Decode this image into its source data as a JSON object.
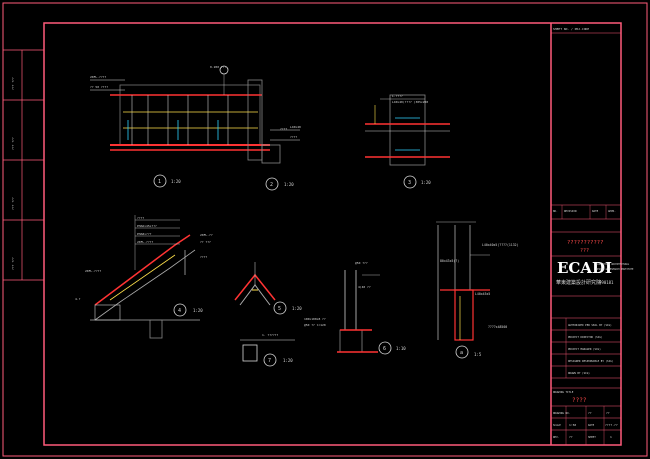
{
  "drawing": {
    "title_block": {
      "header_code": "SHEET NO. / PRJ.CODE",
      "mini_header": [
        "NO.",
        "REVISION",
        "DATE",
        "APPR."
      ],
      "project_name": "???????????",
      "project_name2": "???",
      "firm_name": "ECADI",
      "firm_sub1": "EAST CHINA ARCHITECTURAL",
      "firm_sub2": "DESIGN & RESEARCH INSTITUTE",
      "firm_cn": "華東建築設計研究院",
      "firm_code": "990181",
      "rows": [
        "AUTHORIZED PER SEAL BY (SIG)",
        "PROJECT DIRECTOR (SIG)",
        "PROJECT MANAGER (SIG)",
        "DESIGNER RESPONSIBLE BY (SIG)",
        "DRAWN BY (SIG)"
      ],
      "drawing_title_label": "DRAWING TITLE",
      "drawing_title": "????",
      "drawing_no_label": "DRAWING NO.",
      "scale_label": "SCALE",
      "scale_value": "1:50",
      "date_label": "DATE",
      "date_value": "????.??",
      "sheet_label": "SHEET",
      "sheet_value": "1",
      "rev_label": "REV.",
      "rev_value": "??",
      "check_value": "??",
      "rev_small": "??"
    },
    "details": [
      {
        "scale": "1:20",
        "tag": "1"
      },
      {
        "scale": "1:20",
        "tag": "2"
      },
      {
        "scale": "1:20",
        "tag": "3"
      },
      {
        "scale": "1:20",
        "tag": "4"
      },
      {
        "scale": "1:20",
        "tag": "5"
      },
      {
        "scale": "1:10",
        "tag": "6"
      },
      {
        "scale": "1:5",
        "tag": "a"
      },
      {
        "scale": "1:20",
        "tag": "7"
      }
    ],
    "annotations": {
      "top_right_1": "L-????",
      "top_right_2": "L40x40(???? )385x200",
      "mid_l1": "L40x40x5(????(1132)",
      "mid_l2": "80x43x5(?)",
      "mid_l3": "L40x45x5",
      "mid_l4": "????x48500",
      "mid_l5": "@50 ???",
      "mid_l6": "4(40 ??",
      "mid_l7": "100x100x8 ??",
      "mid_l8": "@50 ?? l=120",
      "mid_l9": "1. ??????",
      "side_note": "????"
    }
  }
}
